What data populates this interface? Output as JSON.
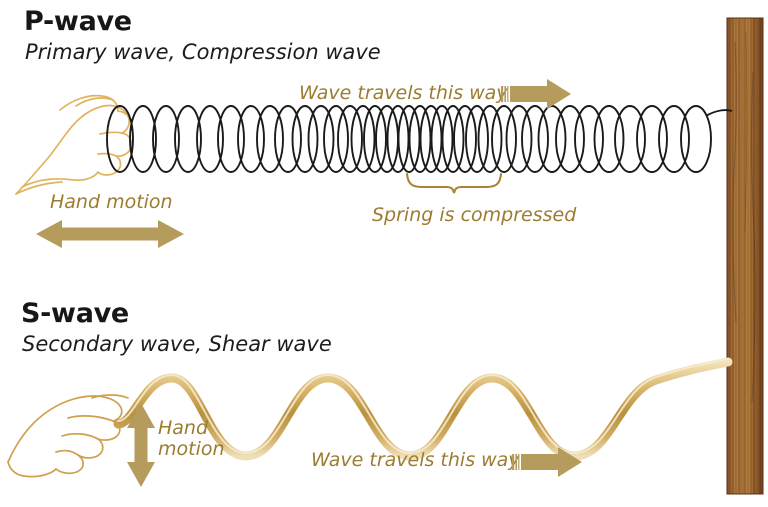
{
  "diagram": {
    "background_color": "#ffffff",
    "gold_color": "#b59b5c",
    "gold_text_color": "#9c7c31",
    "hand_outline_color": "#e0b45f",
    "spring_color": "#1a1a1a",
    "post_color": "#8a5a2b"
  },
  "p_wave": {
    "title": "P-wave",
    "subtitle": "Primary wave,  Compression wave",
    "hand_motion_label": "Hand motion",
    "wave_travel_label": "Wave travels this way",
    "compression_label": "Spring is compressed",
    "hand_motion_direction": "horizontal",
    "icons": {
      "hand": "hand-pushing-icon",
      "spring": "coil-spring-icon",
      "travel_arrow": "right-arrow-icon",
      "motion_arrow": "double-headed-horizontal-arrow-icon",
      "brace": "curly-brace-icon"
    }
  },
  "s_wave": {
    "title": "S-wave",
    "subtitle": "Secondary wave,  Shear wave",
    "hand_motion_label_line1": "Hand",
    "hand_motion_label_line2": "motion",
    "wave_travel_label": "Wave travels this way",
    "hand_motion_direction": "vertical",
    "icons": {
      "hand": "hand-gripping-icon",
      "rope": "sine-wave-ribbon-icon",
      "travel_arrow": "right-arrow-icon",
      "motion_arrow": "double-headed-vertical-arrow-icon"
    }
  },
  "post": {
    "icon": "wooden-post-icon",
    "label": "wooden post anchor"
  }
}
